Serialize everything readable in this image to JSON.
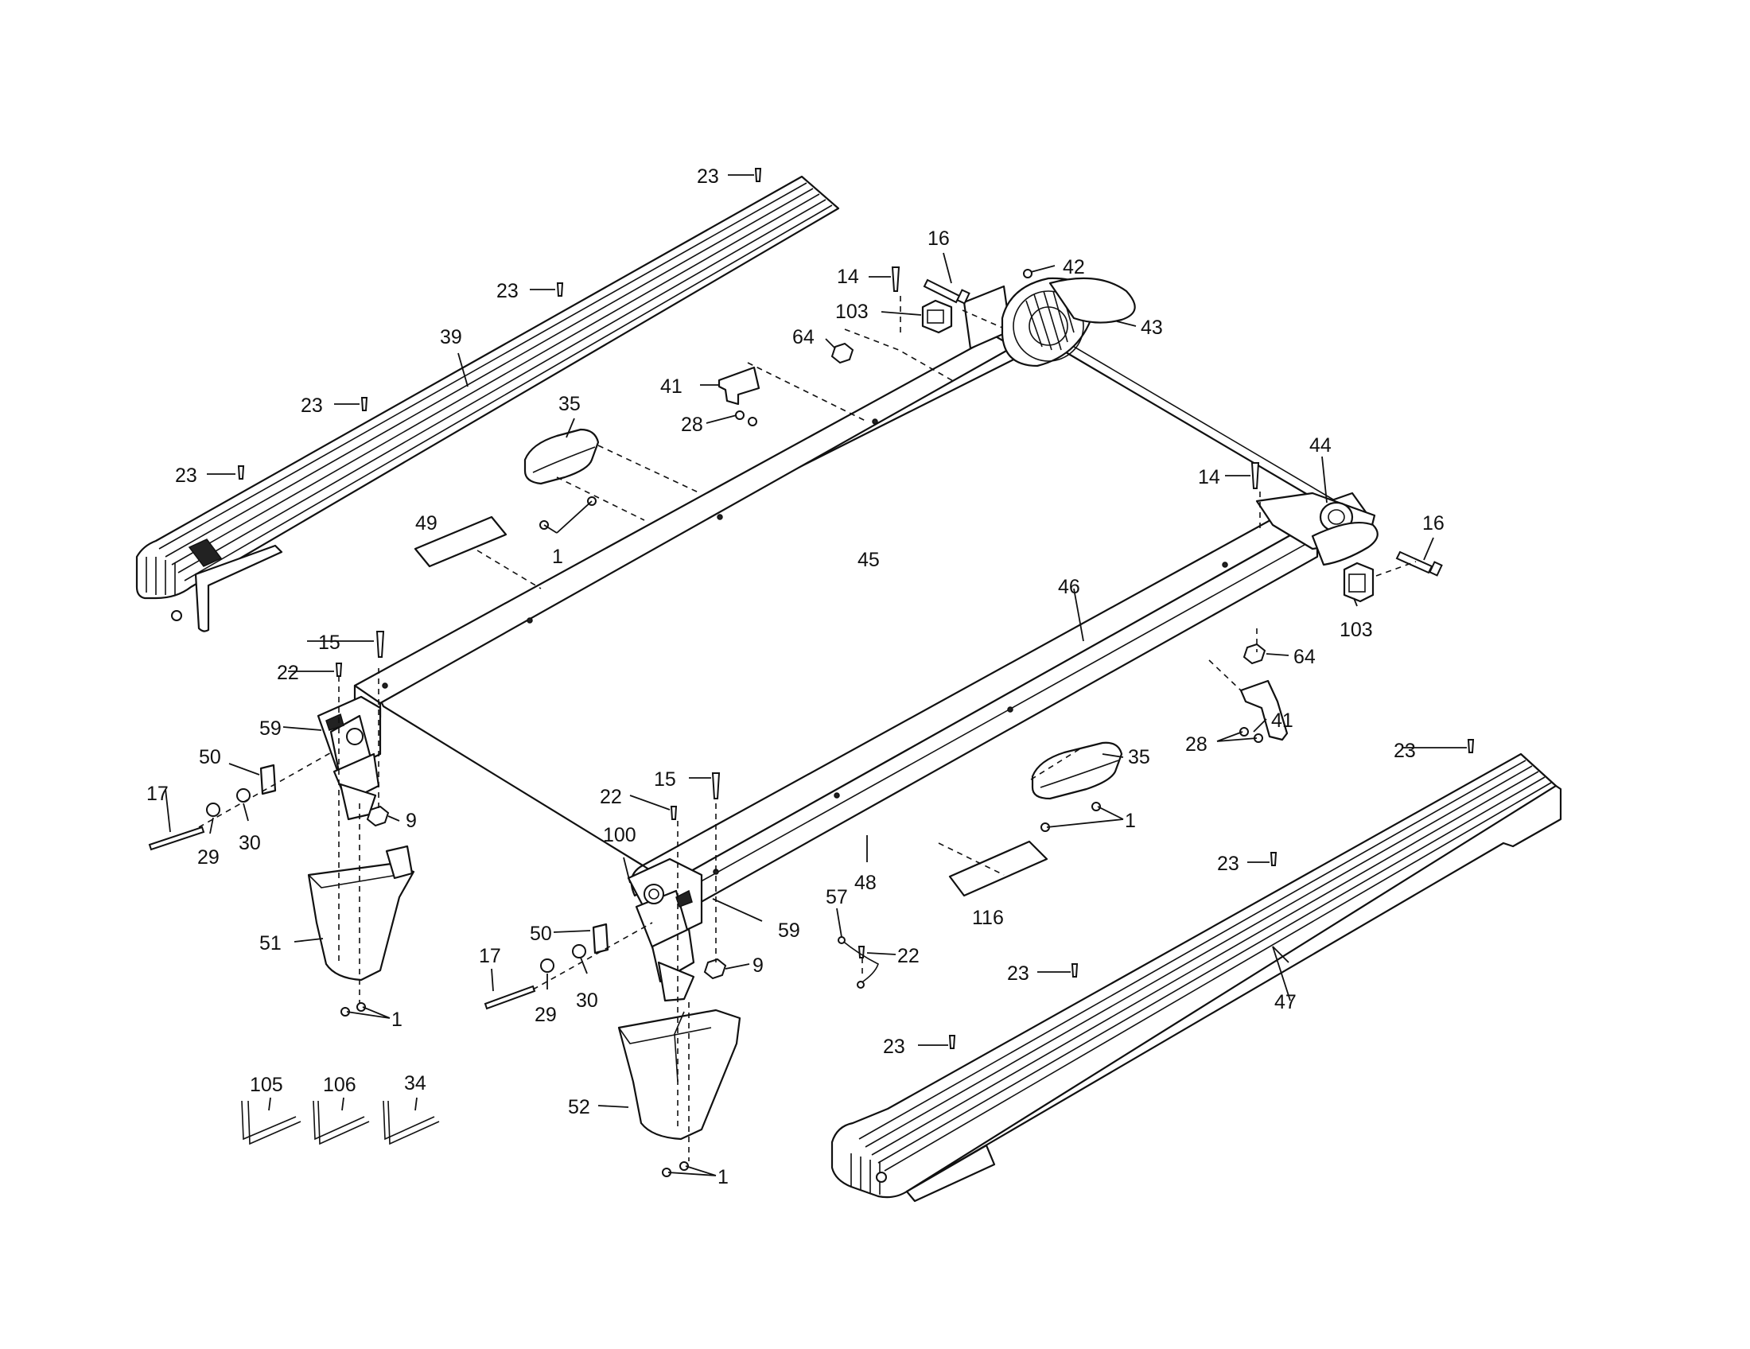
{
  "diagram": {
    "callouts": [
      {
        "id": "c23a",
        "text": "23"
      },
      {
        "id": "c23b",
        "text": "23"
      },
      {
        "id": "c39",
        "text": "39"
      },
      {
        "id": "c23c",
        "text": "23"
      },
      {
        "id": "c23d",
        "text": "23"
      },
      {
        "id": "c16a",
        "text": "16"
      },
      {
        "id": "c14a",
        "text": "14"
      },
      {
        "id": "c42",
        "text": "42"
      },
      {
        "id": "c103a",
        "text": "103"
      },
      {
        "id": "c43",
        "text": "43"
      },
      {
        "id": "c64a",
        "text": "64"
      },
      {
        "id": "c41a",
        "text": "41"
      },
      {
        "id": "c35a",
        "text": "35"
      },
      {
        "id": "c28a",
        "text": "28"
      },
      {
        "id": "c49",
        "text": "49"
      },
      {
        "id": "c1a",
        "text": "1"
      },
      {
        "id": "c45",
        "text": "45"
      },
      {
        "id": "c14b",
        "text": "14"
      },
      {
        "id": "c44",
        "text": "44"
      },
      {
        "id": "c16b",
        "text": "16"
      },
      {
        "id": "c46",
        "text": "46"
      },
      {
        "id": "c103b",
        "text": "103"
      },
      {
        "id": "c64b",
        "text": "64"
      },
      {
        "id": "c15a",
        "text": "15"
      },
      {
        "id": "c22a",
        "text": "22"
      },
      {
        "id": "c59a",
        "text": "59"
      },
      {
        "id": "c41b",
        "text": "41"
      },
      {
        "id": "c28b",
        "text": "28"
      },
      {
        "id": "c50a",
        "text": "50"
      },
      {
        "id": "c17a",
        "text": "17"
      },
      {
        "id": "c29a",
        "text": "29"
      },
      {
        "id": "c30a",
        "text": "30"
      },
      {
        "id": "c9a",
        "text": "9"
      },
      {
        "id": "c35b",
        "text": "35"
      },
      {
        "id": "c23e",
        "text": "23"
      },
      {
        "id": "c15b",
        "text": "15"
      },
      {
        "id": "c22b",
        "text": "22"
      },
      {
        "id": "c1b",
        "text": "1"
      },
      {
        "id": "c100",
        "text": "100"
      },
      {
        "id": "c48",
        "text": "48"
      },
      {
        "id": "c116",
        "text": "116"
      },
      {
        "id": "c59b",
        "text": "59"
      },
      {
        "id": "c51",
        "text": "51"
      },
      {
        "id": "c57",
        "text": "57"
      },
      {
        "id": "c22c",
        "text": "22"
      },
      {
        "id": "c23f",
        "text": "23"
      },
      {
        "id": "c50b",
        "text": "50"
      },
      {
        "id": "c9b",
        "text": "9"
      },
      {
        "id": "c17b",
        "text": "17"
      },
      {
        "id": "c29b",
        "text": "29"
      },
      {
        "id": "c30b",
        "text": "30"
      },
      {
        "id": "c1c",
        "text": "1"
      },
      {
        "id": "c23g",
        "text": "23"
      },
      {
        "id": "c47",
        "text": "47"
      },
      {
        "id": "c23h",
        "text": "23"
      },
      {
        "id": "c105",
        "text": "105"
      },
      {
        "id": "c106",
        "text": "106"
      },
      {
        "id": "c34",
        "text": "34"
      },
      {
        "id": "c52",
        "text": "52"
      },
      {
        "id": "c1d",
        "text": "1"
      }
    ]
  }
}
